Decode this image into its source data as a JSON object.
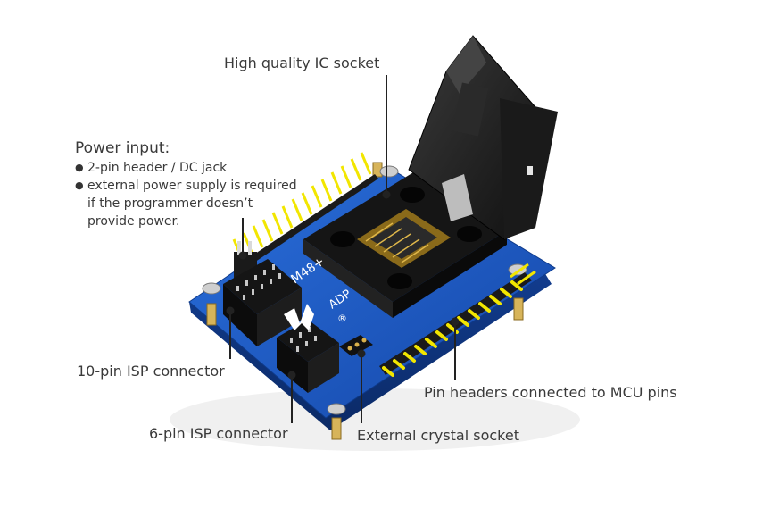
{
  "labels": {
    "ic_socket": "High quality IC socket",
    "power_title": "Power input:",
    "power_items": [
      "2-pin header / DC jack",
      "external power supply is required"
    ],
    "power_item_cont_1": "if the programmer doesn’t",
    "power_item_cont_2": "provide power.",
    "isp10": "10-pin ISP connector",
    "isp6": "6-pin ISP connector",
    "crystal": "External crystal socket",
    "pin_headers": "Pin headers connected to MCU pins"
  },
  "board": {
    "silkscreen_model": "M48+",
    "silkscreen_type": "ADP",
    "registered_mark": "®"
  },
  "colors": {
    "pcb": "#1e5ec8",
    "socket": "#1c1c1c",
    "pins": "#f2e600",
    "text": "#3a3a3a",
    "leader": "#222222"
  }
}
